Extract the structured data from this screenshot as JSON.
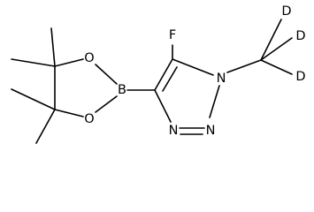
{
  "molecule": {
    "atoms": {
      "F": "F",
      "N1": "N",
      "N2": "N",
      "N3": "N",
      "B": "B",
      "O1": "O",
      "O2": "O",
      "D1": "D",
      "D2": "D",
      "D3": "D"
    }
  }
}
